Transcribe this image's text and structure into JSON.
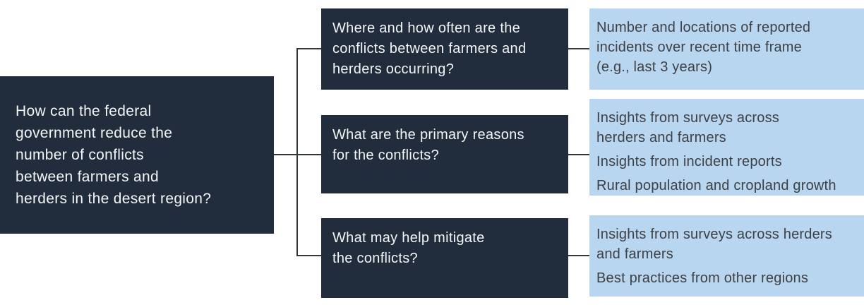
{
  "diagram": {
    "root": {
      "lines": [
        "How can the federal",
        "government reduce the",
        "number of conflicts",
        "between farmers and",
        "herders in the desert region?"
      ]
    },
    "rows": [
      {
        "question": {
          "lines": [
            "Where and how often are the",
            "conflicts between farmers and",
            "herders occurring?"
          ]
        },
        "data_items": [
          {
            "lines": [
              "Number and locations of reported",
              "incidents over recent time frame",
              "(e.g., last 3 years)"
            ]
          }
        ]
      },
      {
        "question": {
          "lines": [
            "What are the primary reasons",
            "for the conflicts?"
          ]
        },
        "data_items": [
          {
            "lines": [
              "Insights from surveys across",
              "herders and farmers"
            ]
          },
          {
            "lines": [
              "Insights from incident reports"
            ]
          },
          {
            "lines": [
              "Rural population and cropland growth"
            ]
          }
        ]
      },
      {
        "question": {
          "lines": [
            "What may help mitigate",
            "the conflicts?"
          ]
        },
        "data_items": [
          {
            "lines": [
              "Insights from surveys across herders",
              "and farmers"
            ]
          },
          {
            "lines": [
              "Best practices from other regions"
            ]
          }
        ]
      }
    ]
  },
  "colors": {
    "dark_box": "#212d3c",
    "light_box": "#b9d6f1",
    "dark_box_text": "#f4f6f8",
    "light_box_text": "#3e4043",
    "connector": "#31373c",
    "background": "#ffffff"
  }
}
